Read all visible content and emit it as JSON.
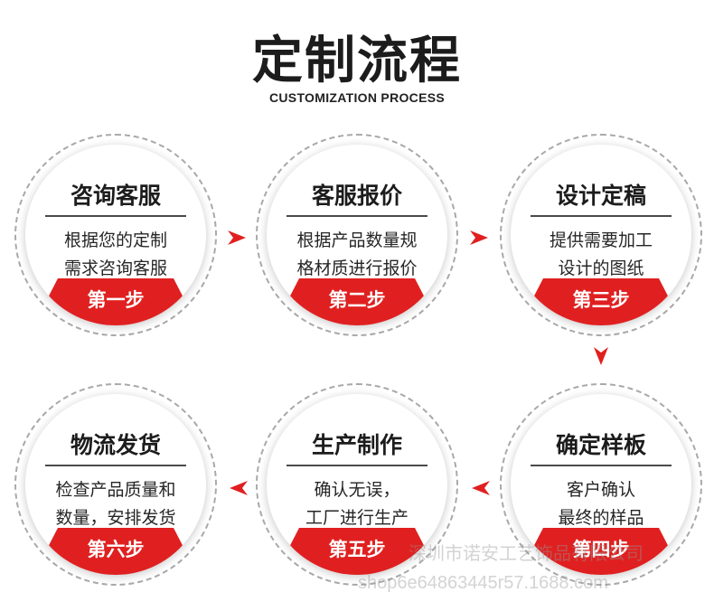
{
  "header": {
    "title": "定制流程",
    "subtitle": "CUSTOMIZATION PROCESS"
  },
  "steps": [
    {
      "title": "咨询客服",
      "line1": "根据您的定制",
      "line2": "需求咨询客服",
      "label": "第一步"
    },
    {
      "title": "客服报价",
      "line1": "根据产品数量规",
      "line2": "格材质进行报价",
      "label": "第二步"
    },
    {
      "title": "设计定稿",
      "line1": "提供需要加工",
      "line2": "设计的图纸",
      "label": "第三步"
    },
    {
      "title": "确定样板",
      "line1": "客户确认",
      "line2": "最终的样品",
      "label": "第四步"
    },
    {
      "title": "生产制作",
      "line1": "确认无误，",
      "line2": "工厂进行生产",
      "label": "第五步"
    },
    {
      "title": "物流发货",
      "line1": "检查产品质量和",
      "line2": "数量，安排发货",
      "label": "第六步"
    }
  ],
  "watermark": {
    "line1": "深圳市诺安工艺饰品有限公司",
    "line2": "shop6e64863445r57.1688.com"
  },
  "colors": {
    "accent": "#e02020",
    "text": "#1c1c1c",
    "circle_border": "#a9a9a9"
  },
  "icons": {
    "arrow": "arrowhead-triangle"
  }
}
